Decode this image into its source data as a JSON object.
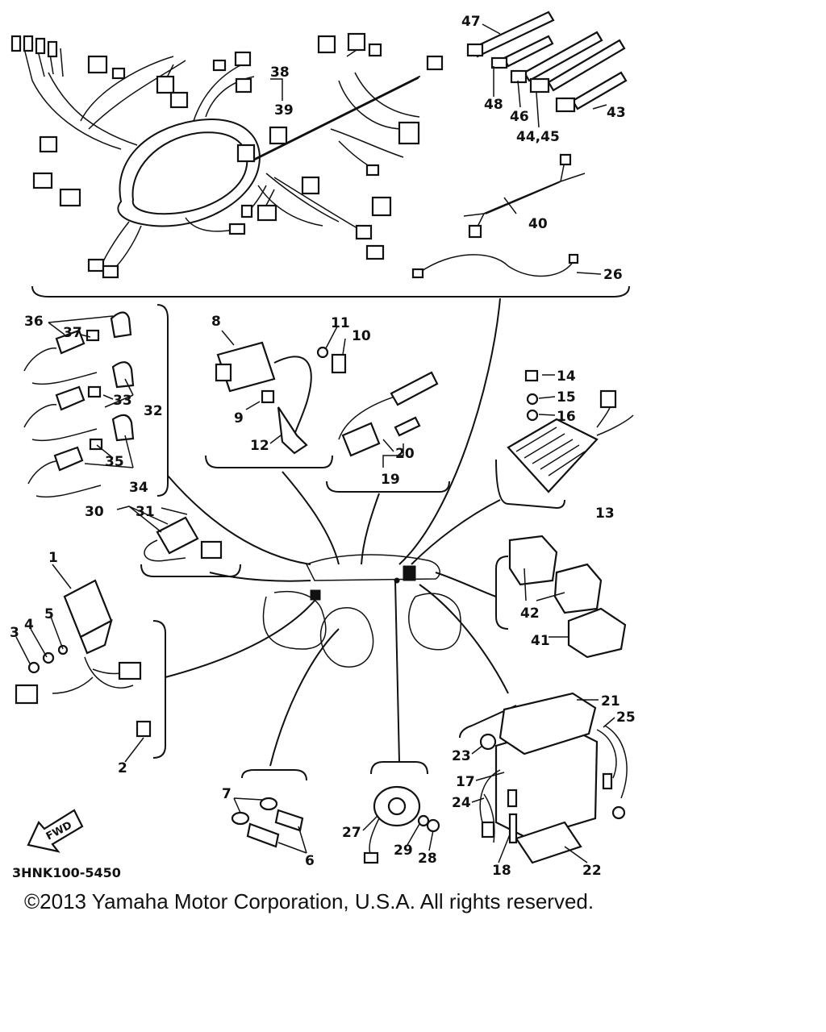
{
  "diagram": {
    "drawing_code": "3HNK100-5450",
    "fwd_label": "FWD",
    "part_callouts": [
      {
        "id": "p47",
        "num": "47"
      },
      {
        "id": "p48",
        "num": "48"
      },
      {
        "id": "p46",
        "num": "46"
      },
      {
        "id": "p4445",
        "num": "44,45"
      },
      {
        "id": "p43",
        "num": "43"
      },
      {
        "id": "p38",
        "num": "38"
      },
      {
        "id": "p39",
        "num": "39"
      },
      {
        "id": "p40",
        "num": "40"
      },
      {
        "id": "p26",
        "num": "26"
      },
      {
        "id": "p36",
        "num": "36"
      },
      {
        "id": "p37",
        "num": "37"
      },
      {
        "id": "p33",
        "num": "33"
      },
      {
        "id": "p32",
        "num": "32"
      },
      {
        "id": "p35",
        "num": "35"
      },
      {
        "id": "p34",
        "num": "34"
      },
      {
        "id": "p8",
        "num": "8"
      },
      {
        "id": "p11",
        "num": "11"
      },
      {
        "id": "p10",
        "num": "10"
      },
      {
        "id": "p9",
        "num": "9"
      },
      {
        "id": "p12",
        "num": "12"
      },
      {
        "id": "p20",
        "num": "20"
      },
      {
        "id": "p19",
        "num": "19"
      },
      {
        "id": "p14",
        "num": "14"
      },
      {
        "id": "p15",
        "num": "15"
      },
      {
        "id": "p16",
        "num": "16"
      },
      {
        "id": "p13",
        "num": "13"
      },
      {
        "id": "p30",
        "num": "30"
      },
      {
        "id": "p31",
        "num": "31"
      },
      {
        "id": "p1",
        "num": "1"
      },
      {
        "id": "p3",
        "num": "3"
      },
      {
        "id": "p4",
        "num": "4"
      },
      {
        "id": "p5",
        "num": "5"
      },
      {
        "id": "p2",
        "num": "2"
      },
      {
        "id": "p42",
        "num": "42"
      },
      {
        "id": "p41",
        "num": "41"
      },
      {
        "id": "p21",
        "num": "21"
      },
      {
        "id": "p25",
        "num": "25"
      },
      {
        "id": "p23",
        "num": "23"
      },
      {
        "id": "p17",
        "num": "17"
      },
      {
        "id": "p24",
        "num": "24"
      },
      {
        "id": "p18",
        "num": "18"
      },
      {
        "id": "p22",
        "num": "22"
      },
      {
        "id": "p7",
        "num": "7"
      },
      {
        "id": "p6",
        "num": "6"
      },
      {
        "id": "p27",
        "num": "27"
      },
      {
        "id": "p29",
        "num": "29"
      },
      {
        "id": "p28",
        "num": "28"
      }
    ]
  },
  "footer": {
    "copyright": "©2013 Yamaha Motor Corporation, U.S.A. All rights reserved."
  }
}
